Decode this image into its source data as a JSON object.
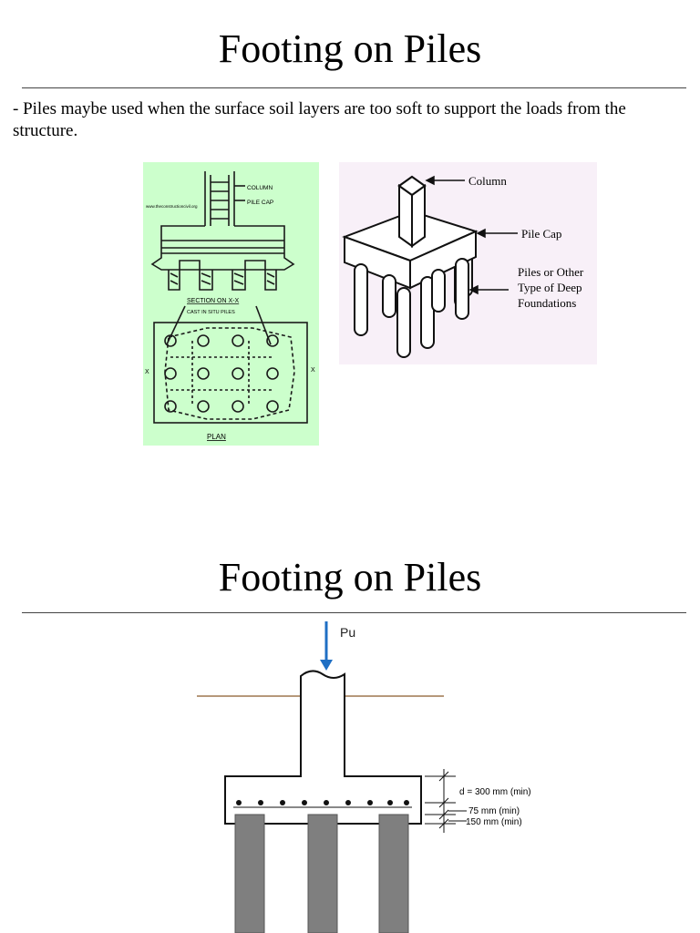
{
  "slide1": {
    "title": "Footing on Piles",
    "bullet": "- Piles maybe used when the surface soil layers are too soft to support the loads from the structure.",
    "plan_figure": {
      "column_label": "COLUMN",
      "pile_cap_label": "PILE CAP",
      "watermark": "www.theconstructioncivil.org",
      "section_label": "SECTION ON X-X",
      "cast_label": "CAST IN SITU PILES",
      "plan_label": "PLAN",
      "x_mark_left": "X",
      "x_mark_right": "X"
    },
    "iso_figure": {
      "column_label": "Column",
      "pile_cap_label": "Pile Cap",
      "piles_label_line1": "Piles or Other",
      "piles_label_line2": "Type of Deep",
      "piles_label_line3": "Foundations"
    }
  },
  "slide2": {
    "title": "Footing on Piles",
    "load_label": "Pu",
    "dim_d": "d = 300 mm (min)",
    "dim_cover": "75 mm (min)",
    "dim_embed": "150 mm (min)",
    "colors": {
      "arrow": "#1f6fc4",
      "ground": "#8b5a2b",
      "pile": "#7f7f7f"
    }
  }
}
